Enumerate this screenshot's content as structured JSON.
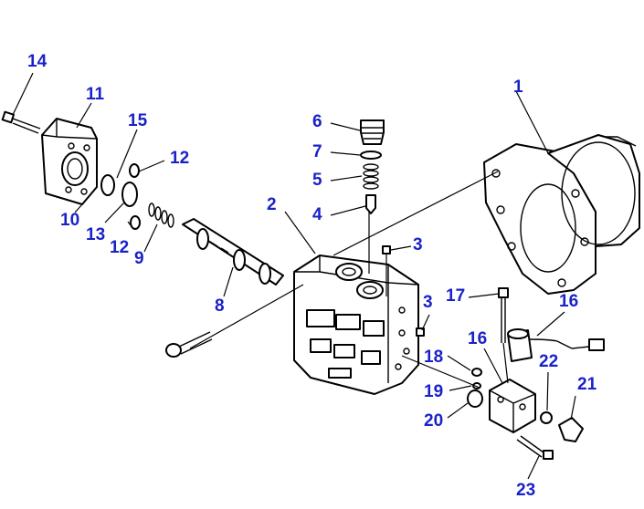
{
  "diagram": {
    "label_color": "#1a22c8",
    "callouts": [
      {
        "id": "c1",
        "text": "1"
      },
      {
        "id": "c2",
        "text": "2"
      },
      {
        "id": "c3a",
        "text": "3"
      },
      {
        "id": "c3b",
        "text": "3"
      },
      {
        "id": "c4",
        "text": "4"
      },
      {
        "id": "c5",
        "text": "5"
      },
      {
        "id": "c6",
        "text": "6"
      },
      {
        "id": "c7",
        "text": "7"
      },
      {
        "id": "c8",
        "text": "8"
      },
      {
        "id": "c9",
        "text": "9"
      },
      {
        "id": "c10",
        "text": "10"
      },
      {
        "id": "c11",
        "text": "11"
      },
      {
        "id": "c12a",
        "text": "12"
      },
      {
        "id": "c12b",
        "text": "12"
      },
      {
        "id": "c13",
        "text": "13"
      },
      {
        "id": "c14",
        "text": "14"
      },
      {
        "id": "c15",
        "text": "15"
      },
      {
        "id": "c16a",
        "text": "16"
      },
      {
        "id": "c16b",
        "text": "16"
      },
      {
        "id": "c17",
        "text": "17"
      },
      {
        "id": "c18",
        "text": "18"
      },
      {
        "id": "c19",
        "text": "19"
      },
      {
        "id": "c20",
        "text": "20"
      },
      {
        "id": "c21",
        "text": "21"
      },
      {
        "id": "c22",
        "text": "22"
      },
      {
        "id": "c23",
        "text": "23"
      }
    ]
  }
}
